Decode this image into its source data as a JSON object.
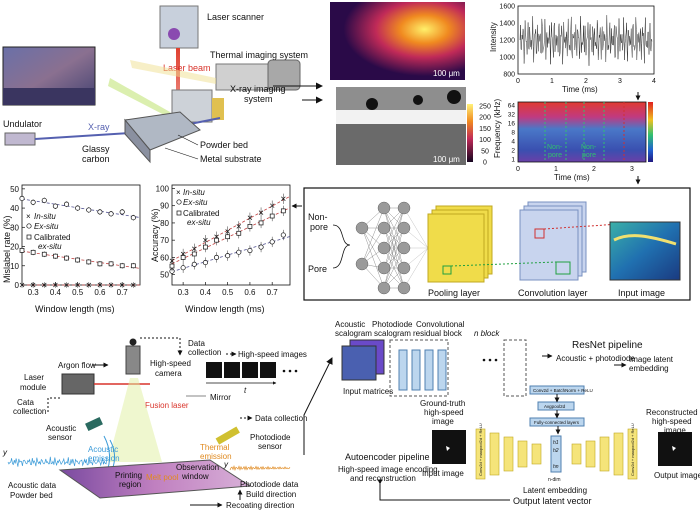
{
  "colors": {
    "laser_red": "#d9342b",
    "xray_blue": "#5560b0",
    "acoustic_blue": "#3b9bd8",
    "thermal_orange": "#e08a20",
    "pooling_yellow": "#f0dc4a",
    "conv_blue": "#b8c8e8",
    "node_gray": "#9a9a9a",
    "resnet_blue": "#bcd6ee",
    "ae_yellow": "#f5e47a",
    "heatmap_orange": "#f0a000"
  },
  "top_setup": {
    "laser_scanner": "Laser scanner",
    "thermal_imaging": "Thermal imaging system",
    "laser_beam": "Laser beam",
    "xray_imaging_1": "X-ray imaging",
    "xray_imaging_2": "system",
    "undulator": "Undulator",
    "xray": "X-ray",
    "glassy_1": "Glassy",
    "glassy_2": "carbon",
    "powder_bed": "Powder bed",
    "metal_substrate": "Metal substrate"
  },
  "images": {
    "scale_top": "100 μm",
    "scale_bottom": "100 μm",
    "colorbar_ticks": [
      "250",
      "200",
      "150",
      "100",
      "50",
      "0"
    ]
  },
  "intensity_plot": {
    "ylabel": "Intensity",
    "xlabel": "Time (ms)",
    "yticks": [
      "1600",
      "1400",
      "1200",
      "1000",
      "800"
    ],
    "xticks": [
      "0",
      "1",
      "2",
      "3",
      "4"
    ]
  },
  "spectrogram": {
    "ylabel": "Frequency (kHz)",
    "xlabel": "Time (ms)",
    "yticks": [
      "64",
      "32",
      "16",
      "8",
      "4",
      "2",
      "1"
    ],
    "xticks": [
      "0",
      "1",
      "2",
      "3"
    ],
    "labels": [
      {
        "l1": "Non-",
        "l2": "pore"
      },
      {
        "l1": "Non-",
        "l2": "pore"
      }
    ]
  },
  "mislabel_chart": {
    "ylabel": "Mislabel rate (%)",
    "xlabel": "Window length (ms)",
    "legend": {
      "a": "In-situ",
      "b": "Ex-situ",
      "c1": "Calibrated",
      "c2": "ex-situ"
    }
  },
  "accuracy_chart": {
    "ylabel": "Accuracy (%)",
    "xlabel": "Window length (ms)",
    "legend": {
      "a": "In-situ",
      "b": "Ex-situ",
      "c1": "Calibrated",
      "c2": "ex-situ"
    }
  },
  "chart_data": [
    {
      "type": "scatter",
      "xlabel": "Window length (ms)",
      "ylabel": "Mislabel rate (%)",
      "xticks": [
        "0.3",
        "0.4",
        "0.5",
        "0.6",
        "0.7"
      ],
      "yticks": [
        "0",
        "10",
        "20",
        "30",
        "40",
        "50"
      ],
      "xlim": [
        0.25,
        0.78
      ],
      "ylim": [
        0,
        52
      ],
      "series": [
        {
          "name": "In-situ",
          "x": [
            0.25,
            0.3,
            0.35,
            0.4,
            0.45,
            0.5,
            0.55,
            0.6,
            0.65,
            0.7,
            0.75
          ],
          "y": [
            0,
            0,
            0,
            0,
            0,
            0,
            0,
            0,
            0,
            0,
            0
          ]
        },
        {
          "name": "Ex-situ",
          "x": [
            0.25,
            0.3,
            0.35,
            0.4,
            0.45,
            0.5,
            0.55,
            0.6,
            0.65,
            0.7,
            0.75
          ],
          "y": [
            45,
            43,
            44,
            41,
            42,
            40,
            39,
            38,
            37,
            38,
            35
          ]
        },
        {
          "name": "Calibrated ex-situ",
          "x": [
            0.25,
            0.3,
            0.35,
            0.4,
            0.45,
            0.5,
            0.55,
            0.6,
            0.65,
            0.7,
            0.75
          ],
          "y": [
            18,
            17,
            16,
            15,
            14,
            13,
            12,
            11,
            11,
            10,
            10
          ]
        }
      ]
    },
    {
      "type": "scatter",
      "xlabel": "Window length (ms)",
      "ylabel": "Accuracy (%)",
      "xticks": [
        "0.3",
        "0.4",
        "0.5",
        "0.6",
        "0.7"
      ],
      "yticks": [
        "50",
        "60",
        "70",
        "80",
        "90",
        "100"
      ],
      "xlim": [
        0.25,
        0.78
      ],
      "ylim": [
        44,
        102
      ],
      "series": [
        {
          "name": "In-situ",
          "x": [
            0.25,
            0.3,
            0.35,
            0.4,
            0.45,
            0.5,
            0.55,
            0.6,
            0.65,
            0.7,
            0.75
          ],
          "y": [
            58,
            62,
            65,
            70,
            72,
            75,
            78,
            83,
            86,
            90,
            94
          ]
        },
        {
          "name": "Ex-situ",
          "x": [
            0.25,
            0.3,
            0.35,
            0.4,
            0.45,
            0.5,
            0.55,
            0.6,
            0.65,
            0.7,
            0.75
          ],
          "y": [
            52,
            54,
            56,
            57,
            60,
            61,
            63,
            64,
            66,
            69,
            73
          ]
        },
        {
          "name": "Calibrated ex-situ",
          "x": [
            0.25,
            0.3,
            0.35,
            0.4,
            0.45,
            0.5,
            0.55,
            0.6,
            0.65,
            0.7,
            0.75
          ],
          "y": [
            55,
            60,
            62,
            66,
            70,
            72,
            74,
            78,
            80,
            84,
            87
          ]
        }
      ]
    }
  ],
  "cnn": {
    "non_pore_1": "Non-",
    "non_pore_2": "pore",
    "pore": "Pore",
    "pooling": "Pooling layer",
    "convolution": "Convolution layer",
    "input_image": "Input image"
  },
  "bottom_setup": {
    "data_collection_top_1": "Data",
    "data_collection_top_2": "collection",
    "high_speed_images": "High-speed images",
    "argon_flow": "Argon flow",
    "high_speed_camera_1": "High-speed",
    "high_speed_camera_2": "camera",
    "laser_module_1": "Laser",
    "laser_module_2": "module",
    "cata_collection_1": "Cata",
    "cata_collection_2": "collection",
    "fusion_laser": "Fusion laser",
    "mirror": "Mirror",
    "data_collection_right": "Data collection",
    "acoustic_sensor_1": "Acoustic",
    "acoustic_sensor_2": "sensor",
    "acoustic_emission_1": "Acoustic",
    "acoustic_emission_2": "emission",
    "thermal_emission_1": "Thermal",
    "thermal_emission_2": "emission",
    "photodiode_sensor_1": "Photodiode",
    "photodiode_sensor_2": "sensor",
    "observation_1": "Observation",
    "observation_2": "window",
    "printing_1": "Printing",
    "printing_2": "region",
    "melt_pool": "Melt pool",
    "acoustic_data": "Acoustic data",
    "powder_bed": "Powder bed",
    "photodiode_data": "Photodiode data",
    "build_direction": "Build direction",
    "recoating_direction": "Recoating direction",
    "t": "t",
    "y": "y"
  },
  "pipeline": {
    "acoustic_scalogram_1": "Acoustic",
    "acoustic_scalogram_2": "scalogram",
    "photodiode_scalogram_1": "Photodiode",
    "photodiode_scalogram_2": "scalogram",
    "conv_block_1": "Convolutional",
    "conv_block_2": "residual block",
    "n_block": "n block",
    "resnet_title": "ResNet pipeline",
    "resnet_inputs": "Acoustic + photodiode",
    "resnet_output_1": "Image latent",
    "resnet_output_2": "embedding",
    "input_matrices": "Input matrices",
    "gt_1": "Ground-truth",
    "gt_2": "high-speed",
    "gt_3": "image",
    "conv_bn_relu": "Conv2d + BatchNorm + ReLU",
    "avgpool": "Avgpool2d",
    "fc": "Fully-connected layers",
    "ae_title": "Autoencoder pipeline",
    "ae_desc_1": "High-speed image encoding",
    "ae_desc_2": "and reconstruction",
    "input_image": "Input image",
    "output_image": "Output image",
    "recon_1": "Reconstructed",
    "recon_2": "high-speed",
    "recon_3": "image",
    "latent_embedding": "Latent embedding",
    "output_latent": "Output latent vector",
    "n_dim": "n-dim",
    "enc_layer": "Conv2d + maxpool2d + ReLU",
    "dec_layer": "Conv2d + maxpool2d + ReLU",
    "h1": "h1",
    "h2": "h2",
    "hn": "hn"
  }
}
